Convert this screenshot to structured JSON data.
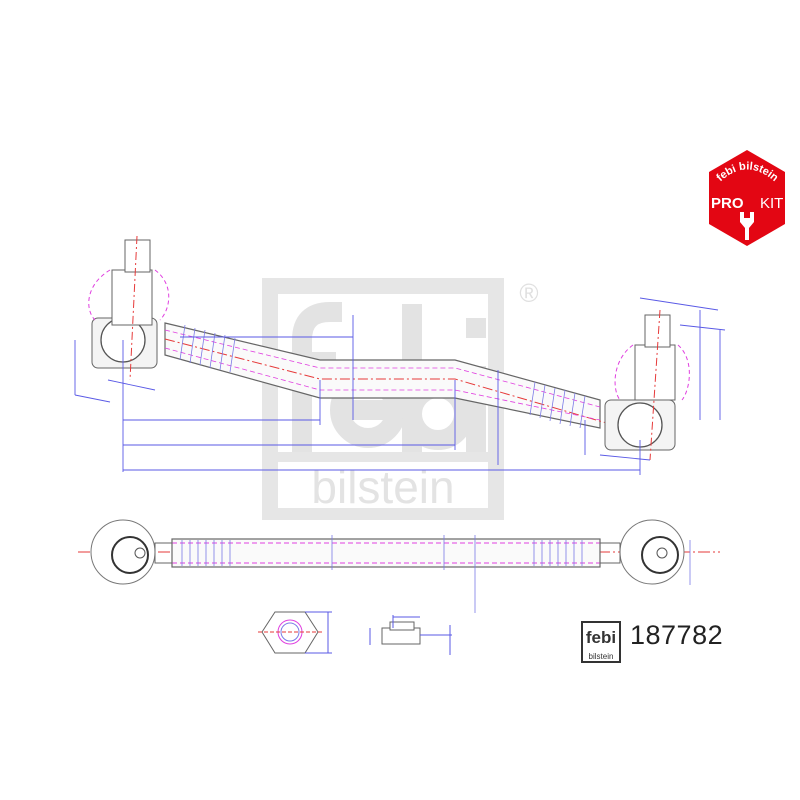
{
  "watermark": {
    "brand": "febi",
    "sub": "bilstein",
    "registered": "®"
  },
  "prokit_badge": {
    "arc_text": "febi bilstein",
    "pro": "PRO",
    "kit": "KIT",
    "color": "#e30613"
  },
  "product_logo": {
    "brand": "febi",
    "sub": "bilstein"
  },
  "part_number": "187782",
  "colors": {
    "outline": "#555555",
    "dimension": "#5a5ae6",
    "centerline": "#e63a3a",
    "hidden": "#e040e0",
    "watermark": "#e3e3e3"
  }
}
